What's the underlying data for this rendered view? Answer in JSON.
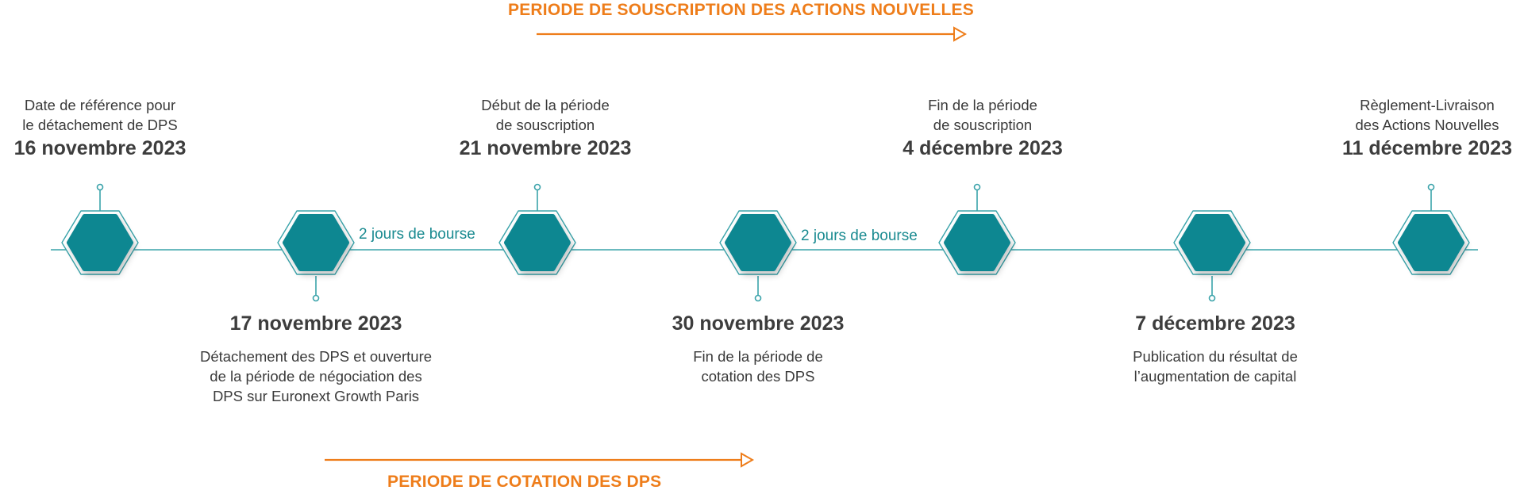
{
  "periods": {
    "subscription": {
      "label": "PERIODE DE SOUSCRIPTION DES ACTIONS NOUVELLES"
    },
    "trading": {
      "label": "PERIODE DE COTATION DES DPS"
    }
  },
  "gaps": [
    {
      "label": "2 jours de bourse"
    },
    {
      "label": "2 jours de bourse"
    }
  ],
  "events": [
    {
      "date": "16 novembre 2023",
      "description": "Date de référence pour\nle détachement de DPS"
    },
    {
      "date": "17 novembre 2023",
      "description": "Détachement des DPS et ouverture\nde la période de négociation des\nDPS sur Euronext Growth Paris"
    },
    {
      "date": "21 novembre 2023",
      "description": "Début de la période\nde souscription"
    },
    {
      "date": "30 novembre 2023",
      "description": "Fin de la période de\ncotation des DPS"
    },
    {
      "date": "4 décembre 2023",
      "description": "Fin de la période\nde souscription"
    },
    {
      "date": "7 décembre 2023",
      "description": "Publication du résultat de\nl’augmentation de capital"
    },
    {
      "date": "11 décembre 2023",
      "description": "Règlement-Livraison\ndes Actions Nouvelles"
    }
  ],
  "colors": {
    "hexagon_fill": "#0f8791",
    "line": "#3aa3aa",
    "period_arrow": "#ee7d1a",
    "gap_text": "#198a90",
    "text": "#3a3a3a"
  }
}
